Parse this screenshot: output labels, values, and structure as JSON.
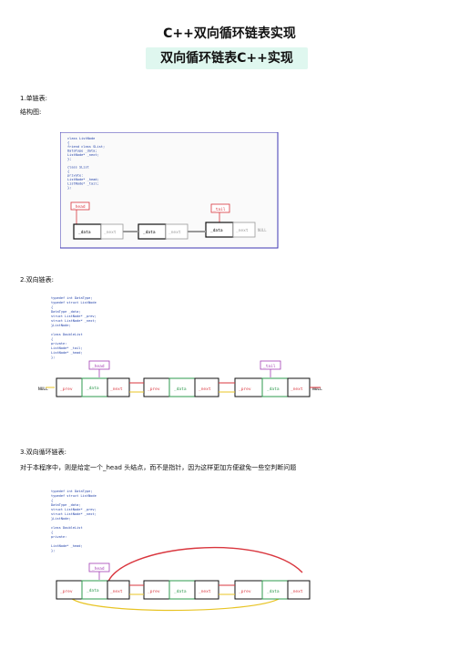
{
  "doc": {
    "title": "C++双向循环链表实现",
    "subtitle": "双向循环链表C++实现",
    "sections": [
      {
        "heading": "1.单链表:",
        "subheading": "结构图:"
      },
      {
        "heading": "2.双向链表:"
      },
      {
        "heading": "3.双向循环链表:",
        "note": "对于本程序中，则是给定一个_head 头结点，而不是指针，因为这样更加方便避免一些空判断问题"
      }
    ]
  },
  "fig1": {
    "code": [
      "class ListNode",
      "{",
      "    friend class SList;",
      "    DataType _data;",
      "    ListNode* _next;",
      "};",
      "",
      "class SList",
      "{",
      "private:",
      "    ListNode* _head;",
      "    ListNode* _tail;",
      "};"
    ],
    "labels": {
      "head": "_head",
      "tail": "_tail",
      "data": "_data",
      "next": "_next",
      "null": "NULL"
    },
    "colors": {
      "border": "#3d36b3",
      "head": "#d9363e",
      "tail": "#d9363e"
    }
  },
  "fig2": {
    "code": [
      "typedef int DataType;",
      "typedef struct ListNode",
      "{",
      "    DataType _data;",
      "    struct ListNode* _prev;",
      "    struct ListNode* _next;",
      "}ListNode;",
      "",
      "class DoubleList",
      "{",
      "private:",
      "    ListNode* _tail;",
      "    ListNode* _head;",
      "};"
    ],
    "labels": {
      "head": "_head",
      "tail": "_tail",
      "prev": "_prev",
      "data": "_data",
      "next": "_next",
      "null_left": "NULL",
      "null_right": "NULL"
    }
  },
  "fig3": {
    "code": [
      "typedef int DataType;",
      "typedef struct ListNode",
      "{",
      "    DataType _data;",
      "    struct ListNode* _prev;",
      "    struct ListNode* _next;",
      "}ListNode;",
      "",
      "class DoubleList",
      "{",
      "private:",
      "",
      "    ListNode* _head;",
      "};"
    ],
    "labels": {
      "head": "_head",
      "prev": "_prev",
      "data": "_data",
      "next": "_next"
    }
  }
}
